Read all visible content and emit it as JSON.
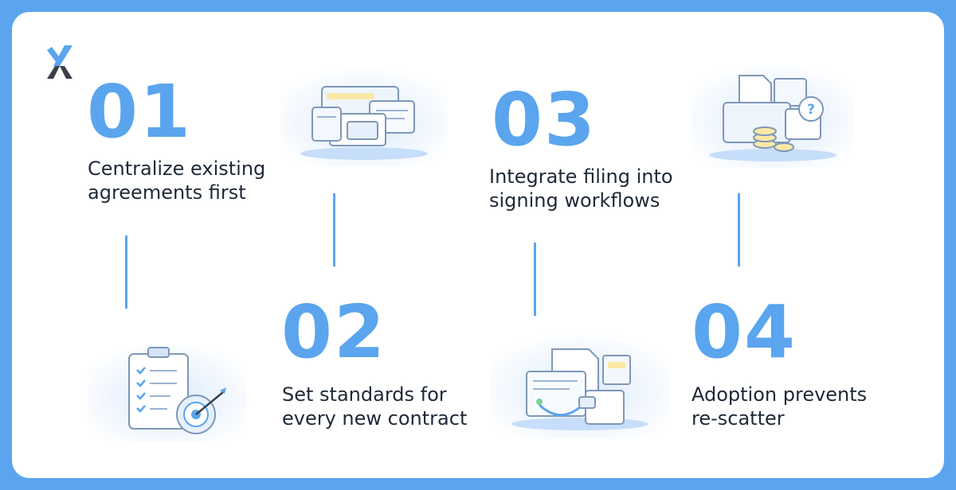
{
  "steps": [
    {
      "number": "01",
      "lines": [
        "Centralize existing",
        "agreements first"
      ],
      "icon": "folder-stack-icon"
    },
    {
      "number": "02",
      "lines": [
        "Set standards for",
        "every new contract"
      ],
      "icon": "checklist-target-icon"
    },
    {
      "number": "03",
      "lines": [
        "Integrate filing into",
        "signing workflows"
      ],
      "icon": "document-signature-icon"
    },
    {
      "number": "04",
      "lines": [
        "Adoption prevents",
        "re-scatter"
      ],
      "icon": "files-coins-question-icon"
    }
  ],
  "colors": {
    "accent": "#5aa5ee",
    "text": "#1f2937",
    "background": "#ffffff"
  }
}
